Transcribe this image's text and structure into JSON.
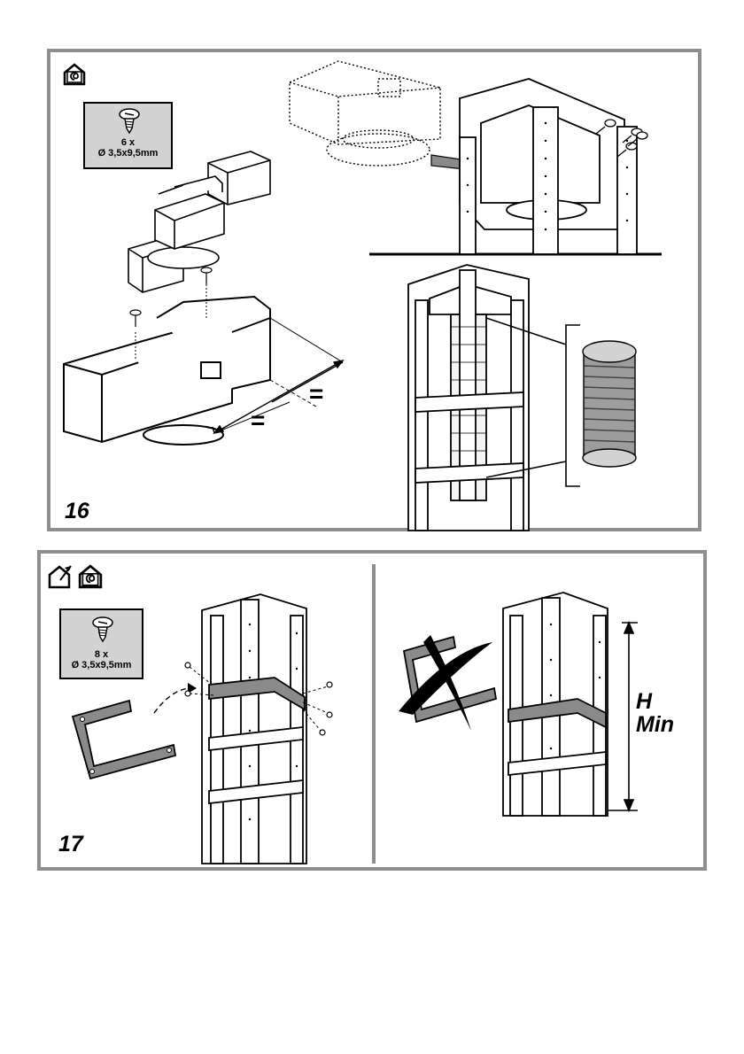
{
  "step16": {
    "number": "16",
    "screws": {
      "quantity": "6 x",
      "size": "Ø 3,5x9,5mm"
    },
    "equal_marks": [
      "=",
      "="
    ],
    "icons": [
      "recirculation-house-icon",
      "screw-icon"
    ]
  },
  "step17": {
    "number": "17",
    "screws": {
      "quantity": "8 x",
      "size": "Ø 3,5x9,5mm"
    },
    "height_label_h": "H",
    "height_label_min": "Min",
    "icons": [
      "exhaust-house-icon",
      "recirculation-house-icon",
      "screw-icon",
      "wrong-cross-icon"
    ]
  },
  "colors": {
    "border": "#8e8e8e",
    "screw_box_bg": "#d3d3d3",
    "bracket": "#8a8a8a"
  }
}
